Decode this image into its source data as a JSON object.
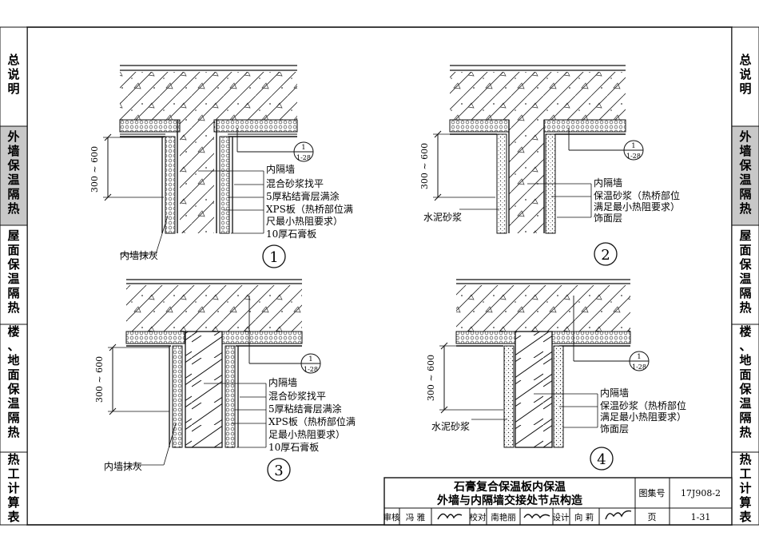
{
  "side_tabs_left": [
    "总\n说\n明",
    "外\n墙\n保\n温\n隔\n热",
    "屋\n面\n保\n温\n隔\n热",
    "楼\n、\n地\n面\n保\n温\n隔\n热",
    "热\n工\n计\n算\n表"
  ],
  "side_tabs_right": [
    "总\n说\n明",
    "外\n墙\n保\n温\n隔\n热",
    "屋\n面\n保\n温\n隔\n热",
    "楼\n、\n地\n面\n保\n温\n隔\n热",
    "热\n工\n计\n算\n表"
  ],
  "details": {
    "d1": {
      "number": "1",
      "dim": "300 ~ 600",
      "ref_top": "1",
      "ref_bottom": "1-28",
      "labels": [
        "内隔墙",
        "混合砂浆找平",
        "5厚粘结膏层满涂",
        "XPS板（热桥部位满",
        "尺最小热阻要求）",
        "10厚石膏板"
      ],
      "left_label": "内墙抹灰"
    },
    "d2": {
      "number": "2",
      "dim": "300 ~ 600",
      "ref_top": "1",
      "ref_bottom": "1-28",
      "labels": [
        "内隔墙",
        "保温砂浆（热桥部位",
        "满足最小热阻要求）",
        "饰面层"
      ],
      "left_label": "水泥砂浆"
    },
    "d3": {
      "number": "3",
      "dim": "300 ~ 600",
      "ref_top": "1",
      "ref_bottom": "1-28",
      "labels": [
        "内隔墙",
        "混合砂浆找平",
        "5厚粘结膏层满涂",
        "XPS板（热桥部位满",
        "足最小热阻要求）",
        "10厚石膏板"
      ],
      "left_label": "内墙抹灰"
    },
    "d4": {
      "number": "4",
      "dim": "300 ~ 600",
      "ref_top": "1",
      "ref_bottom": "1-28",
      "labels": [
        "内隔墙",
        "保温砂浆（热桥部位",
        "满足最小热阻要求）",
        "饰面层"
      ],
      "left_label": "水泥砂浆"
    }
  },
  "title_block": {
    "title_line1": "石膏复合保温板内保温",
    "title_line2": "外墙与内隔墙交接处节点构造",
    "atlas_label": "图集号",
    "atlas_value": "17J908-2",
    "review_label": "审核",
    "review_name": "冯 雅",
    "check_label": "校对",
    "check_name": "南艳丽",
    "design_label": "设计",
    "design_name": "向 莉",
    "page_label": "页",
    "page_value": "1-31"
  }
}
